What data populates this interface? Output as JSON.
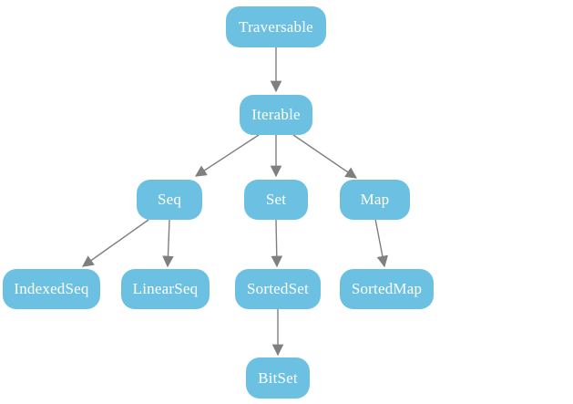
{
  "diagram": {
    "type": "hierarchy-tree",
    "nodes": [
      {
        "id": "traversable",
        "label": "Traversable"
      },
      {
        "id": "iterable",
        "label": "Iterable"
      },
      {
        "id": "seq",
        "label": "Seq"
      },
      {
        "id": "set",
        "label": "Set"
      },
      {
        "id": "map",
        "label": "Map"
      },
      {
        "id": "indexedseq",
        "label": "IndexedSeq"
      },
      {
        "id": "linearseq",
        "label": "LinearSeq"
      },
      {
        "id": "sortedset",
        "label": "SortedSet"
      },
      {
        "id": "sortedmap",
        "label": "SortedMap"
      },
      {
        "id": "bitset",
        "label": "BitSet"
      }
    ],
    "edges": [
      {
        "from": "Traversable",
        "to": "Iterable"
      },
      {
        "from": "Iterable",
        "to": "Seq"
      },
      {
        "from": "Iterable",
        "to": "Set"
      },
      {
        "from": "Iterable",
        "to": "Map"
      },
      {
        "from": "Seq",
        "to": "IndexedSeq"
      },
      {
        "from": "Seq",
        "to": "LinearSeq"
      },
      {
        "from": "Set",
        "to": "SortedSet"
      },
      {
        "from": "Map",
        "to": "SortedMap"
      },
      {
        "from": "SortedSet",
        "to": "BitSet"
      }
    ],
    "colors": {
      "node_fill": "#6cc1e2",
      "node_text": "#ffffff",
      "arrow": "#7f7f7f",
      "background": "#ffffff"
    }
  }
}
